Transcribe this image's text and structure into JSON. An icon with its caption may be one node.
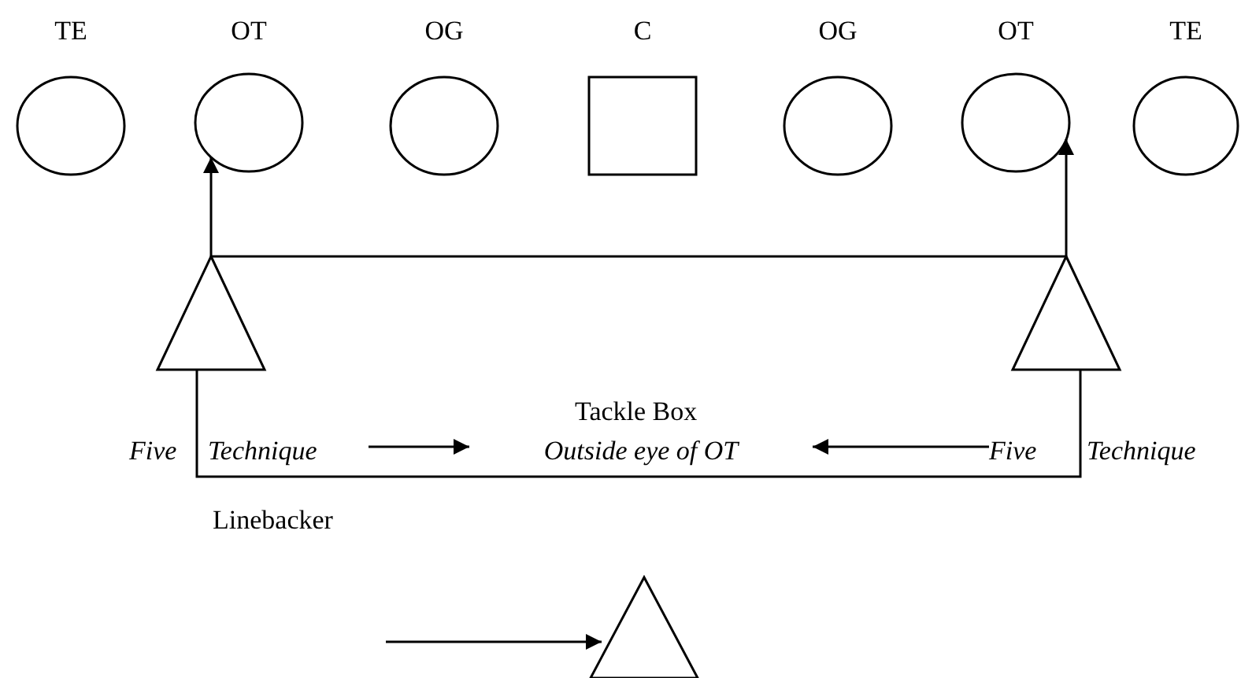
{
  "diagram": {
    "nodes": [
      {
        "text": [
          "TE"
        ]
      },
      {
        "text": [
          "OT"
        ]
      },
      {
        "text": [
          "OG"
        ]
      },
      {
        "text": [
          "C"
        ]
      },
      {
        "text": [
          "OG"
        ]
      },
      {
        "text": [
          "OT"
        ]
      },
      {
        "text": [
          "TE"
        ]
      },
      {
        "text": [],
        "shape": "triangle"
      },
      {
        "text": [],
        "shape": "triangle"
      },
      {
        "text": [
          "Five",
          "Technique"
        ]
      },
      {
        "text": [
          "Outside eye of OT"
        ]
      },
      {
        "text": [
          "Five",
          "Technique"
        ]
      },
      {
        "text": [],
        "shape": "triangle"
      }
    ],
    "edges": [
      {
        "from": 7,
        "to": 1,
        "arrow": "to"
      },
      {
        "from": 8,
        "to": 5,
        "arrow": "to"
      },
      {
        "from": 7,
        "to": 8,
        "arrow": "none"
      },
      {
        "from": 7,
        "to": 8,
        "arrow": "none"
      },
      {
        "from": 9,
        "to": 10,
        "arrow": "to"
      },
      {
        "from": 11,
        "to": 10,
        "arrow": "to"
      },
      {
        "from": null,
        "to": 12,
        "arrow": "to"
      }
    ],
    "labels": [
      "Tackle Box",
      "Linebacker"
    ]
  }
}
